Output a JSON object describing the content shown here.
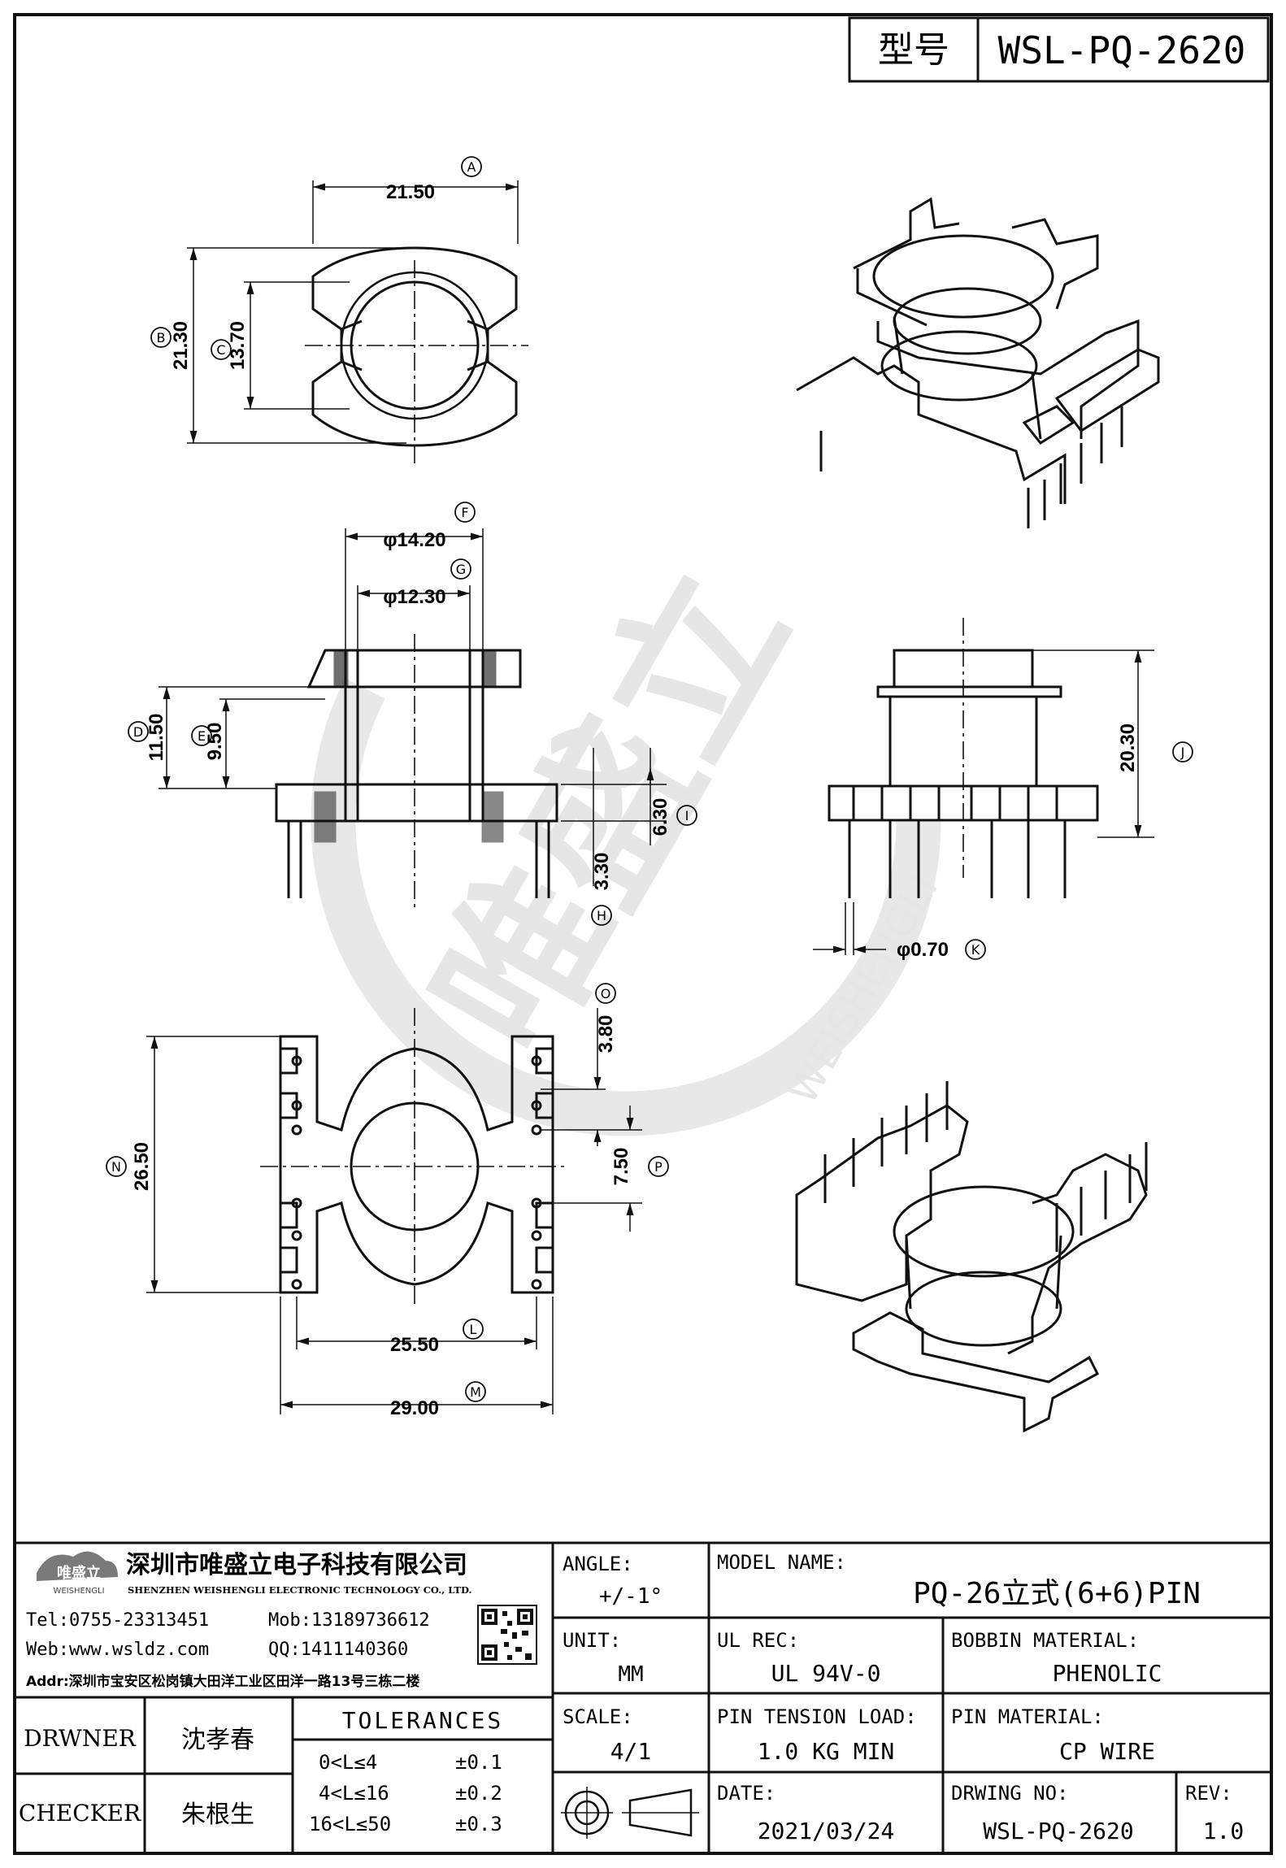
{
  "header": {
    "type_label": "型号",
    "type_value": "WSL-PQ-2620"
  },
  "top_view": {
    "A": {
      "tag": "A",
      "value": "21.50"
    },
    "B": {
      "tag": "B",
      "value": "21.30"
    },
    "C": {
      "tag": "C",
      "value": "13.70"
    }
  },
  "side_view": {
    "F": {
      "tag": "F",
      "value": "φ14.20"
    },
    "G": {
      "tag": "G",
      "value": "φ12.30"
    },
    "D": {
      "tag": "D",
      "value": "11.50"
    },
    "E": {
      "tag": "E",
      "value": "9.50"
    },
    "I": {
      "tag": "I",
      "value": "6.30"
    },
    "H": {
      "tag": "H",
      "value": "3.30"
    }
  },
  "front_view": {
    "J": {
      "tag": "J",
      "value": "20.30"
    },
    "K": {
      "tag": "K",
      "value": "φ0.70"
    }
  },
  "bottom_view": {
    "O": {
      "tag": "O",
      "value": "3.80"
    },
    "P": {
      "tag": "P",
      "value": "7.50"
    },
    "N": {
      "tag": "N",
      "value": "26.50"
    },
    "L": {
      "tag": "L",
      "value": "25.50"
    },
    "M": {
      "tag": "M",
      "value": "29.00"
    }
  },
  "watermark": {
    "brand": "唯盛立",
    "latin": "WEISHENGLI"
  },
  "company": {
    "logo_text": "唯盛立",
    "logo_sub": "WEISHENGLI",
    "name_cn": "深圳市唯盛立电子科技有限公司",
    "name_en": "SHENZHEN WEISHENGLI ELECTRONIC TECHNOLOGY CO., LTD.",
    "tel": "Tel:0755-23313451",
    "mob": "Mob:13189736612",
    "web": "Web:www.wsldz.com",
    "qq": "QQ:1411140360",
    "addr": "Addr:深圳市宝安区松岗镇大田洋工业区田洋一路13号三栋二楼"
  },
  "title_block": {
    "angle_label": "ANGLE:",
    "angle_value": "+/-1°",
    "model_label": "MODEL NAME:",
    "model_value": "PQ-26立式(6+6)PIN",
    "unit_label": "UNIT:",
    "unit_value": "MM",
    "ulrec_label": "UL REC:",
    "ulrec_value": "UL 94V-0",
    "bobbin_label": "BOBBIN MATERIAL:",
    "bobbin_value": "PHENOLIC",
    "scale_label": "SCALE:",
    "scale_value": "4/1",
    "tension_label": "PIN TENSION LOAD:",
    "tension_value": "1.0 KG MIN",
    "pinmat_label": "PIN MATERIAL:",
    "pinmat_value": "CP WIRE",
    "date_label": "DATE:",
    "date_value": "2021/03/24",
    "dwg_label": "DRWING NO:",
    "dwg_value": "WSL-PQ-2620",
    "rev_label": "REV:",
    "rev_value": "1.0",
    "drawner_label": "DRWNER",
    "drawner_value": "沈孝春",
    "checker_label": "CHECKER",
    "checker_value": "朱根生",
    "tol_title": "TOLERANCES",
    "tol_rows": [
      {
        "range": "0<L≤4",
        "tol": "±0.1"
      },
      {
        "range": "4<L≤16",
        "tol": "±0.2"
      },
      {
        "range": "16<L≤50",
        "tol": "±0.3"
      }
    ]
  }
}
